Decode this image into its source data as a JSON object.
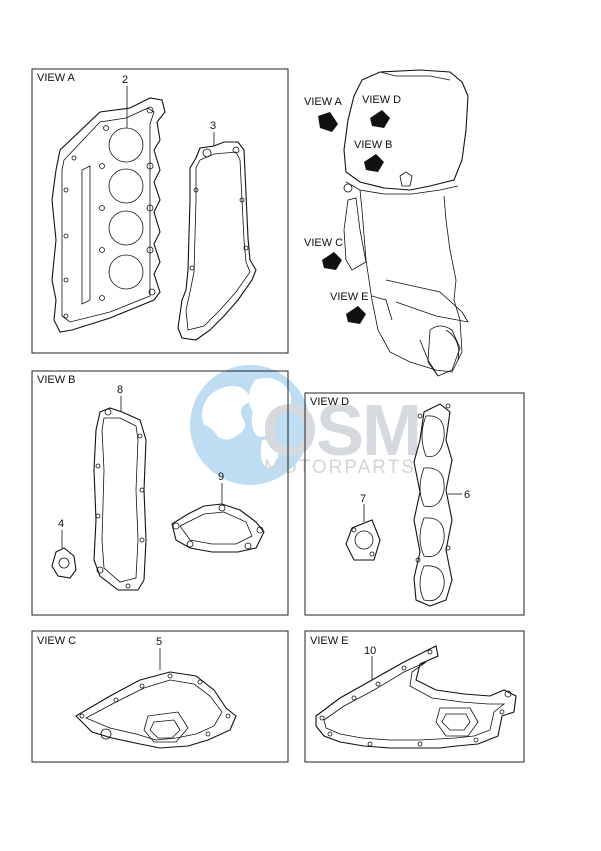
{
  "views": {
    "a": {
      "label": "VIEW A"
    },
    "b": {
      "label": "VIEW B"
    },
    "c": {
      "label": "VIEW C"
    },
    "d": {
      "label": "VIEW D"
    },
    "e": {
      "label": "VIEW E"
    }
  },
  "engine_arrows": {
    "a": "VIEW A",
    "b": "VIEW B",
    "c": "VIEW C",
    "d": "VIEW D",
    "e": "VIEW E"
  },
  "callouts": [
    "2",
    "3",
    "8",
    "4",
    "9",
    "7",
    "6",
    "5",
    "10"
  ],
  "watermark": {
    "brand": "OSM",
    "tagline": "MOTORPARTS",
    "colors": {
      "globe": "#9cc8e8",
      "land": "#ffffff",
      "text": "#c9ced3"
    }
  }
}
